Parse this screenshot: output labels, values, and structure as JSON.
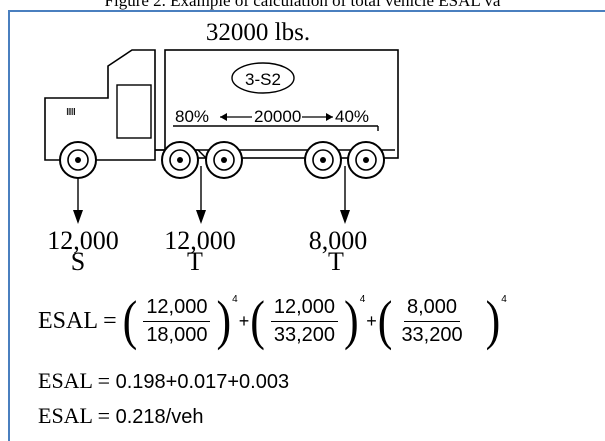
{
  "figure": {
    "caption": "Figure 2. Example of calculation of total vehicle ESAL va",
    "total_weight": "32000 lbs.",
    "vehicle_class": "3-S2",
    "split_left": "80%",
    "split_mid": "20000",
    "split_right": "40%",
    "grille": "IIIII"
  },
  "axles": [
    {
      "load": "12,000",
      "type": "S"
    },
    {
      "load": "12,000",
      "type": "T"
    },
    {
      "load": "8,000",
      "type": "T"
    }
  ],
  "formula": {
    "lhs": "ESAL =",
    "terms": [
      {
        "numerator": "12,000",
        "denominator": "18,000",
        "exponent": "4"
      },
      {
        "numerator": "12,000",
        "denominator": "33,200",
        "exponent": "4"
      },
      {
        "numerator": "8,000",
        "denominator": "33,200",
        "exponent": "4"
      }
    ],
    "plus": "+",
    "open_paren": "(",
    "close_paren": ")"
  },
  "results": [
    {
      "lhs": "ESAL =",
      "rhs": "0.198+0.017+0.003"
    },
    {
      "lhs": "ESAL =",
      "rhs": "0.218/veh"
    }
  ]
}
